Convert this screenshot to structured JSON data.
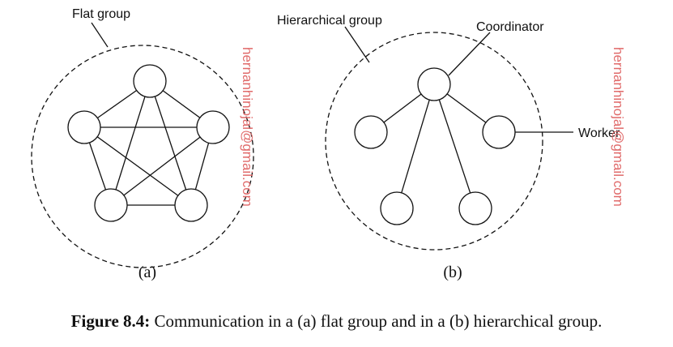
{
  "panel_a": {
    "group_label": "Flat group",
    "sub_label": "(a)"
  },
  "panel_b": {
    "group_label": "Hierarchical group",
    "coordinator_label": "Coordinator",
    "worker_label": "Worker",
    "sub_label": "(b)"
  },
  "watermark": "hernanhinojal@gmail.com",
  "caption": {
    "figure_label": "Figure 8.4:",
    "text": " Communication in a (a) flat group and in a (b) hierarchical group."
  }
}
